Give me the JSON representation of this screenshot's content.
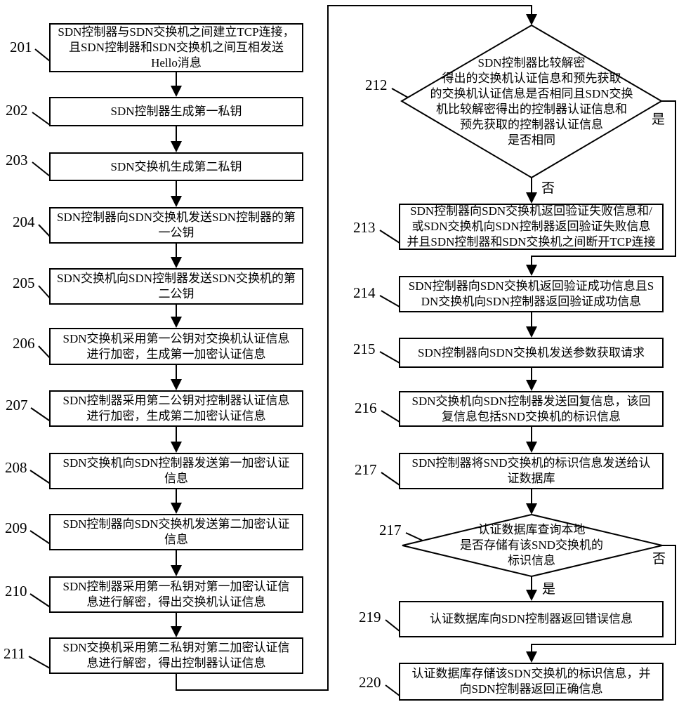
{
  "figure": {
    "steps": {
      "s201": {
        "id": "201",
        "text": "SDN控制器与SDN交换机之间建立TCP连接，\n且SDN控制器和SDN交换机之间互相发送\nHello消息"
      },
      "s202": {
        "id": "202",
        "text": "SDN控制器生成第一私钥"
      },
      "s203": {
        "id": "203",
        "text": "SDN交换机生成第二私钥"
      },
      "s204": {
        "id": "204",
        "text": "SDN控制器向SDN交换机发送SDN控制器的第\n一公钥"
      },
      "s205": {
        "id": "205",
        "text": "SDN交换机向SDN控制器发送SDN交换机的第\n二公钥"
      },
      "s206": {
        "id": "206",
        "text": "SDN交换机采用第一公钥对交换机认证信息\n进行加密，生成第一加密认证信息"
      },
      "s207": {
        "id": "207",
        "text": "SDN控制器采用第二公钥对控制器认证信息\n进行加密，生成第二加密认证信息"
      },
      "s208": {
        "id": "208",
        "text": "SDN交换机向SDN控制器发送第一加密认证\n信息"
      },
      "s209": {
        "id": "209",
        "text": "SDN控制器向SDN交换机发送第二加密认证\n信息"
      },
      "s210": {
        "id": "210",
        "text": "SDN控制器采用第一私钥对第一加密认证信\n息进行解密，得出交换机认证信息"
      },
      "s211": {
        "id": "211",
        "text": "SDN交换机采用第二私钥对第二加密认证信\n息进行解密，得出控制器认证信息"
      },
      "d212": {
        "id": "212",
        "text": "SDN控制器比较解密\n得出的交换机认证信息和预先获取\n的交换机认证信息是否相同且SDN交换\n机比较解密得出的控制器认证信息和\n预先获取的控制器认证信息\n是否相同",
        "yes_label": "是",
        "no_label": "否"
      },
      "s213": {
        "id": "213",
        "text": "SDN控制器向SDN交换机返回验证失败信息和/\n或SDN交换机向SDN控制器返回验证失败信息\n并且SDN控制器和SDN交换机之间断开TCP连接"
      },
      "s214": {
        "id": "214",
        "text": "SDN控制器向SDN交换机返回验证成功信息且S\nDN交换机向SDN控制器返回验证成功信息"
      },
      "s215": {
        "id": "215",
        "text": "SDN控制器向SDN交换机发送参数获取请求"
      },
      "s216": {
        "id": "216",
        "text": "SDN交换机向SDN控制器发送回复信息，该回\n复信息包括SND交换机的标识信息"
      },
      "s217": {
        "id": "217",
        "text": "SDN控制器将SND交换机的标识信息发送给认\n证数据库"
      },
      "d218": {
        "id": "217",
        "text": "认证数据库查询本地\n是否存储有该SND交换机的\n标识信息",
        "yes_label": "是",
        "no_label": "否"
      },
      "s219": {
        "id": "219",
        "text": "认证数据库向SDN控制器返回错误信息"
      },
      "s220": {
        "id": "220",
        "text": "认证数据库存储该SDN交换机的标识信息，并\n向SDN控制器返回正确信息"
      }
    },
    "colors": {
      "stroke": "#000000",
      "background": "#ffffff"
    }
  }
}
